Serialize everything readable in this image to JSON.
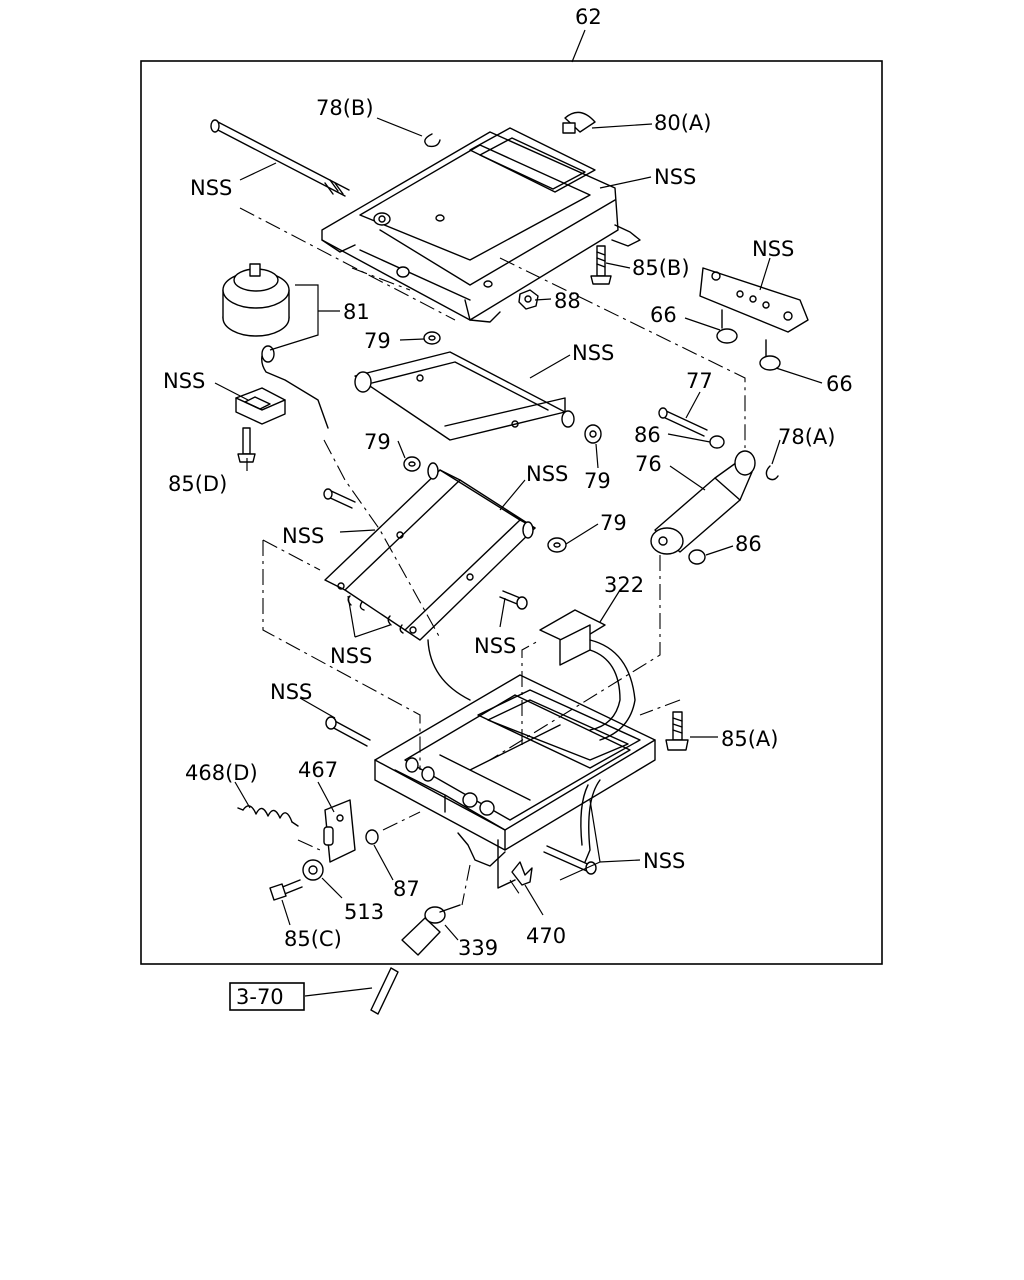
{
  "diagram": {
    "assembly_number": "62",
    "reference_box": "3-70",
    "callouts": {
      "c_78b": "78(B)",
      "c_80a": "80(A)",
      "c_nss_rod": "NSS",
      "c_nss_upper": "NSS",
      "c_85b": "85(B)",
      "c_nss_bracket": "NSS",
      "c_88": "88",
      "c_81": "81",
      "c_66a": "66",
      "c_66b": "66",
      "c_79a": "79",
      "c_nss_arm": "NSS",
      "c_nss_block": "NSS",
      "c_85d": "85(D)",
      "c_77": "77",
      "c_86a": "86",
      "c_78a": "78(A)",
      "c_79b": "79",
      "c_79c": "79",
      "c_76": "76",
      "c_nss_scissor": "NSS",
      "c_79d": "79",
      "c_86b": "86",
      "c_nss_bolt": "NSS",
      "c_322": "322",
      "c_nss_bolt2": "NSS",
      "c_nss_clips": "NSS",
      "c_nss_pin": "NSS",
      "c_85a": "85(A)",
      "c_468d": "468(D)",
      "c_467": "467",
      "c_nss_base": "NSS",
      "c_87": "87",
      "c_513": "513",
      "c_85c": "85(C)",
      "c_339": "339",
      "c_470": "470"
    }
  }
}
